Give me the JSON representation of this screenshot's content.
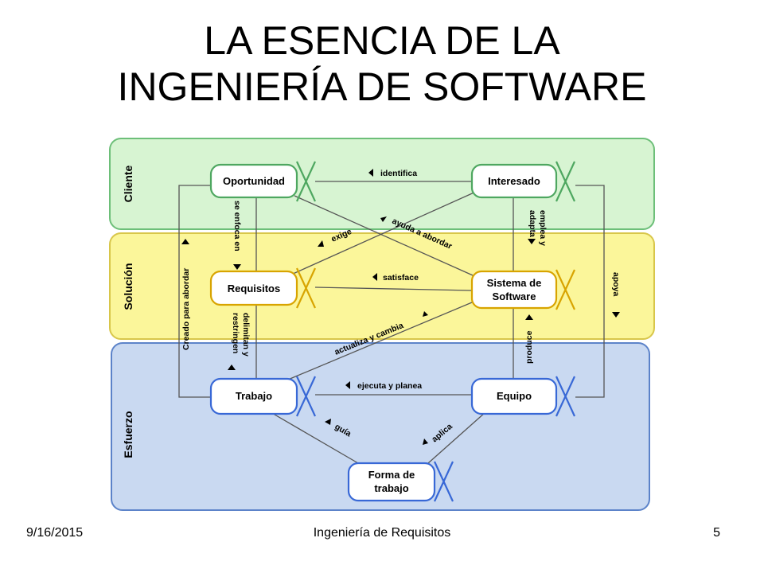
{
  "slide": {
    "title_line1": "LA ESENCIA DE LA",
    "title_line2": "INGENIERÍA DE SOFTWARE"
  },
  "diagram": {
    "regions": {
      "cliente": {
        "label": "Cliente",
        "color": "#d7f4d2",
        "border": "#6dbf79"
      },
      "solucion": {
        "label": "Solución",
        "color": "#fbf69a",
        "border": "#d8c64a"
      },
      "esfuerzo": {
        "label": "Esfuerzo",
        "color": "#c9d9f1",
        "border": "#5c83c9"
      }
    },
    "nodes": {
      "oportunidad": "Oportunidad",
      "interesado": "Interesado",
      "requisitos": "Requisitos",
      "sistema_line1": "Sistema de",
      "sistema_line2": "Software",
      "trabajo": "Trabajo",
      "equipo": "Equipo",
      "forma_line1": "Forma de",
      "forma_line2": "trabajo"
    },
    "edges": {
      "identifica": "identifica",
      "se_enfoca_en": "se enfoca en",
      "ayuda_a_abordar": "ayuda a abordar",
      "exige": "exige",
      "emplea_line1": "emplea y",
      "emplea_line2": "adapta",
      "satisface": "satisface",
      "creado_para_abordar": "Creado para abordar",
      "apoya": "apoya",
      "delimitan_line1": "delimitan y",
      "delimitan_line2": "restringen",
      "actualiza_y_cambia": "actualiza y cambia",
      "produce": "produce",
      "ejecuta_y_planea": "ejecuta y planea",
      "guia": "guía",
      "aplica": "aplica"
    }
  },
  "footer": {
    "date": "9/16/2015",
    "center": "Ingeniería de Requisitos",
    "page": "5"
  }
}
